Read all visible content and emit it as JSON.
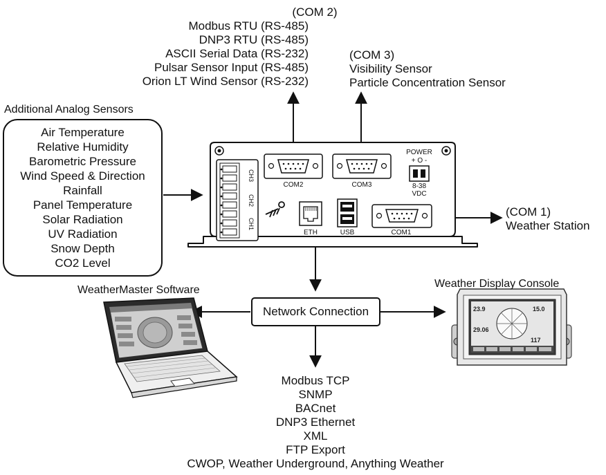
{
  "com2": {
    "title": "(COM 2)",
    "items": [
      "Modbus RTU (RS-485)",
      "DNP3 RTU (RS-485)",
      "ASCII Serial Data (RS-232)",
      "Pulsar Sensor Input (RS-485)",
      "Orion LT Wind Sensor (RS-232)"
    ]
  },
  "com3": {
    "title": "(COM 3)",
    "items": [
      "Visibility Sensor",
      "Particle Concentration Sensor"
    ]
  },
  "analog": {
    "heading": "Additional Analog Sensors",
    "items": [
      "Air Temperature",
      "Relative Humidity",
      "Barometric Pressure",
      "Wind Speed & Direction",
      "Rainfall",
      "Panel Temperature",
      "Solar Radiation",
      "UV Radiation",
      "Snow Depth",
      "CO2 Level"
    ]
  },
  "device": {
    "channels": [
      "CH3",
      "CH2",
      "CH1"
    ],
    "port_com2": "COM2",
    "port_com3": "COM3",
    "port_com1": "COM1",
    "port_eth": "ETH",
    "port_usb": "USB",
    "power_label": "POWER",
    "power_polarity": "+ O -",
    "voltage": "8-38",
    "voltage_unit": "VDC"
  },
  "com1": {
    "title": "(COM 1)",
    "label": "Weather Station"
  },
  "software": {
    "label": "WeatherMaster Software"
  },
  "console": {
    "label": "Weather Display Console",
    "screen_values": [
      "23.9",
      "29.06",
      "117",
      "15.0"
    ]
  },
  "network": {
    "label": "Network Connection"
  },
  "protocols": [
    "Modbus TCP",
    "SNMP",
    "BACnet",
    "DNP3 Ethernet",
    "XML",
    "FTP Export",
    "CWOP, Weather Underground, Anything Weather"
  ]
}
